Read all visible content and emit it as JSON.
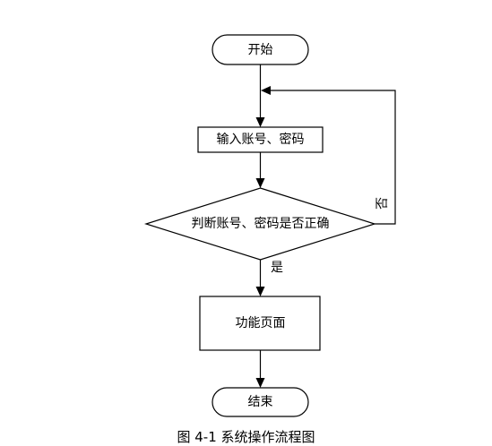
{
  "flowchart": {
    "nodes": {
      "start": {
        "label": "开始",
        "shape": "terminator"
      },
      "input": {
        "label": "输入账号、密码",
        "shape": "process"
      },
      "check": {
        "label": "判断账号、密码是否正确",
        "shape": "decision"
      },
      "page": {
        "label": "功能页面",
        "shape": "process"
      },
      "end": {
        "label": "结束",
        "shape": "terminator"
      }
    },
    "edges": [
      {
        "from": "start",
        "to": "input",
        "label": ""
      },
      {
        "from": "input",
        "to": "check",
        "label": ""
      },
      {
        "from": "check",
        "to": "page",
        "label": "是"
      },
      {
        "from": "check",
        "to": "input",
        "label": "否"
      },
      {
        "from": "page",
        "to": "end",
        "label": ""
      }
    ]
  },
  "caption": "图 4-1 系统操作流程图",
  "colors": {
    "stroke": "#000000",
    "fill": "#ffffff",
    "text": "#000000"
  }
}
